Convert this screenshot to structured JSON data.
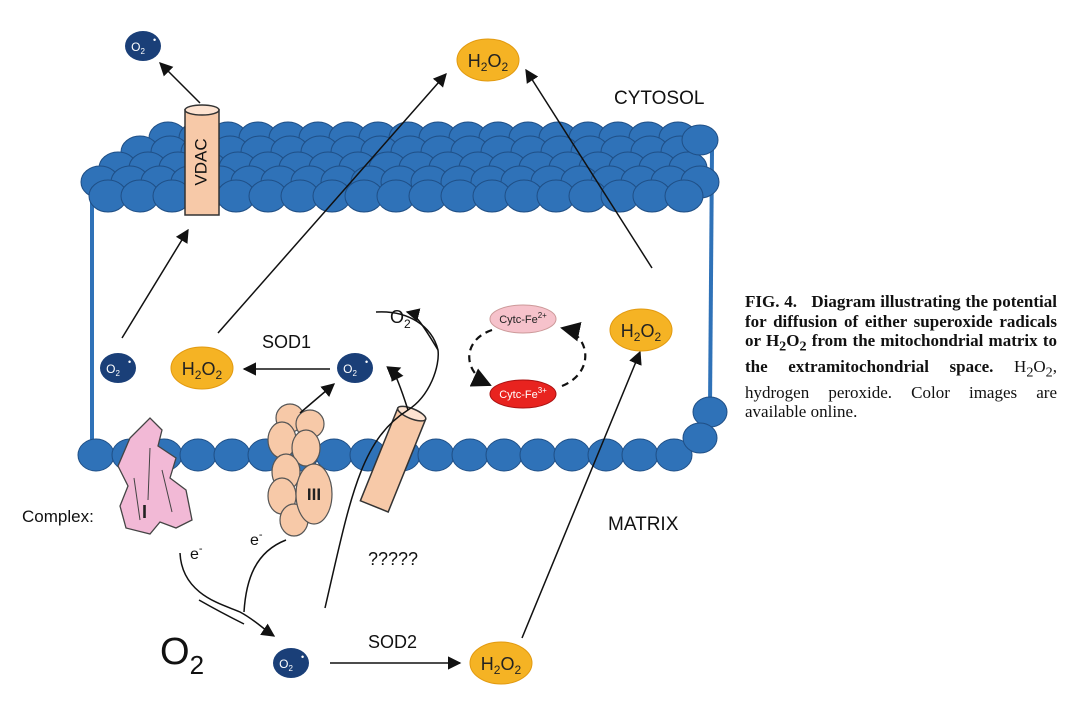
{
  "labels": {
    "cytosol": "CYTOSOL",
    "matrix": "MATRIX",
    "complex": "Complex:",
    "complex_i": "I",
    "complex_iii": "III",
    "vdac": "VDAC",
    "sod1": "SOD1",
    "sod2": "SOD2",
    "unknown": "?????",
    "electron": "e",
    "electron_sup": "-",
    "o2_big": "O",
    "o2_big_sub": "2",
    "o2_small": "O",
    "o2_small_sub": "2",
    "superoxide": "O",
    "superoxide_sub": "2",
    "superoxide_sup": "•",
    "h2o2_h": "H",
    "h2o2_sub1": "2",
    "h2o2_o": "O",
    "h2o2_sub2": "2",
    "cytc_red": "Cytc-Fe",
    "cytc_red_sup": "2+",
    "cytc_ox": "Cytc-Fe",
    "cytc_ox_sup": "3+"
  },
  "caption": {
    "fig": "FIG. 4.",
    "bold_a": "Diagram illustrating the potential for diffusion of either superoxide radicals or H",
    "bold_sub1": "2",
    "bold_b": "O",
    "bold_sub2": "2",
    "bold_c": " from the mitochondrial matrix to the extramitochondrial space.",
    "plain_a": " H",
    "plain_sub1": "2",
    "plain_b": "O",
    "plain_sub2": "2",
    "plain_c": ", hydrogen peroxide. Color images are available online."
  },
  "colors": {
    "membrane_blue": "#2f72b8",
    "membrane_dark": "#1f4f86",
    "superoxide_navy": "#1a3f78",
    "h2o2_yellow": "#f5b324",
    "complex_i_pink": "#f2b9d6",
    "complex_iii_peach": "#f7c9a8",
    "cytc_red": "#e8231f",
    "cytc_pink": "#f6c2cb"
  }
}
